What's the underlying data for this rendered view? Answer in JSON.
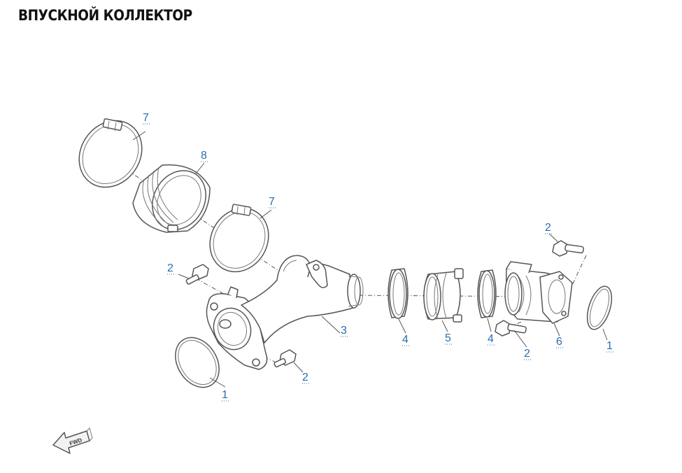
{
  "title": "ВПУСКНОЙ КОЛЛЕКТОР",
  "callouts": [
    {
      "id": "c7a",
      "number": "7"
    },
    {
      "id": "c8",
      "number": "8"
    },
    {
      "id": "c7b",
      "number": "7"
    },
    {
      "id": "c2a",
      "number": "2"
    },
    {
      "id": "c3",
      "number": "3"
    },
    {
      "id": "c2b",
      "number": "2"
    },
    {
      "id": "c1a",
      "number": "1"
    },
    {
      "id": "c4a",
      "number": "4"
    },
    {
      "id": "c5",
      "number": "5"
    },
    {
      "id": "c4b",
      "number": "4"
    },
    {
      "id": "c2c",
      "number": "2"
    },
    {
      "id": "c6",
      "number": "6"
    },
    {
      "id": "c2d",
      "number": "2"
    },
    {
      "id": "c1b",
      "number": "1"
    }
  ],
  "direction_marker": {
    "label": "FWD"
  },
  "colors": {
    "callout": "#2a6cb0",
    "linework": "#555555"
  }
}
